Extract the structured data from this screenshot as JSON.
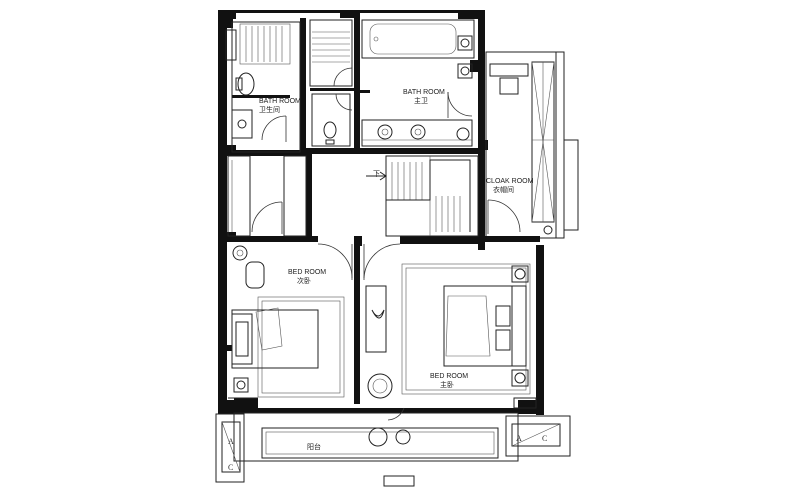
{
  "rooms": {
    "bath_left": {
      "en": "BATH ROOM",
      "cn": "卫生间"
    },
    "bath_main": {
      "en": "BATH ROOM",
      "cn": "主卫"
    },
    "cloak": {
      "en": "CLOAK ROOM",
      "cn": "衣帽间"
    },
    "bed_second": {
      "en": "BED ROOM",
      "cn": "次卧"
    },
    "bed_master": {
      "en": "BED ROOM",
      "cn": "主卧"
    },
    "balcony": {
      "cn": "阳台"
    }
  },
  "stair": {
    "label": "下"
  },
  "ac_units": {
    "left": {
      "a": "A",
      "c": "C"
    },
    "right": {
      "a": "A",
      "c": "C"
    }
  }
}
